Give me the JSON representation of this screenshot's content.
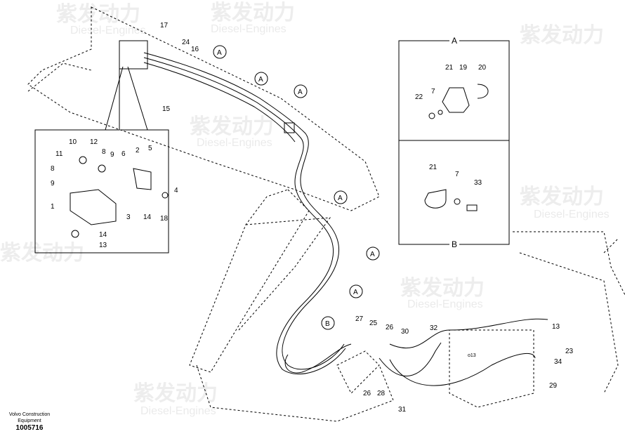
{
  "watermark": {
    "brand": "紫发动力",
    "sub": "Diesel-Engines"
  },
  "main_labels": [
    "17",
    "24",
    "16",
    "15"
  ],
  "callouts": [
    "A",
    "A",
    "A",
    "A",
    "A",
    "A",
    "B"
  ],
  "inset_labels": [
    "10",
    "12",
    "11",
    "8",
    "9",
    "6",
    "2",
    "5",
    "8",
    "9",
    "4",
    "1",
    "3",
    "14",
    "18",
    "14",
    "13"
  ],
  "detail_a": {
    "title": "A",
    "labels": [
      "21",
      "19",
      "20",
      "7",
      "22"
    ]
  },
  "detail_b": {
    "title": "B",
    "labels": [
      "21",
      "7",
      "33"
    ]
  },
  "lower_labels": [
    "27",
    "25",
    "26",
    "30",
    "32",
    "13",
    "23",
    "34",
    "29",
    "26",
    "28",
    "31"
  ],
  "small_marks": [
    "o13"
  ],
  "footer": {
    "line1": "Volvo Construction",
    "line2": "Equipment",
    "number": "1005716"
  }
}
